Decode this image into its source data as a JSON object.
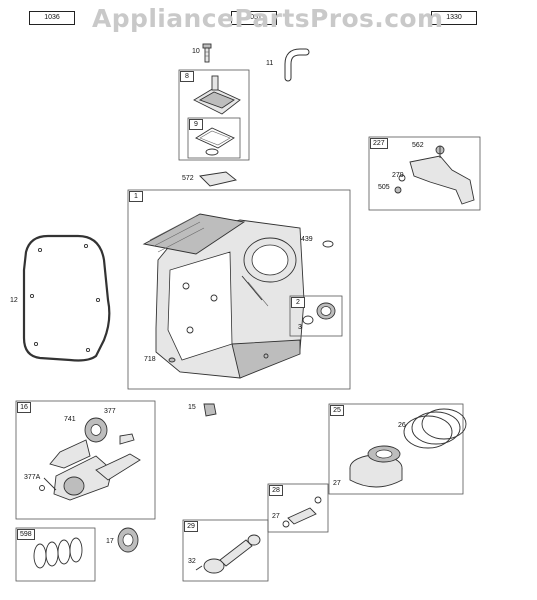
{
  "header": {
    "ref_left": "1036",
    "ref_center": "1051",
    "ref_right": "1330",
    "watermark": "AppliancePartsPros.com"
  },
  "parts": {
    "p1": "1",
    "p2": "2",
    "p3": "3",
    "p8": "8",
    "p9": "9",
    "p10": "10",
    "p11": "11",
    "p12": "12",
    "p15": "15",
    "p16": "16",
    "p17": "17",
    "p25": "25",
    "p26": "26",
    "p27a": "27",
    "p27b": "27",
    "p28": "28",
    "p29": "29",
    "p32": "32",
    "p227": "227",
    "p279": "279",
    "p377": "377",
    "p377a": "377A",
    "p439": "439",
    "p505": "505",
    "p562": "562",
    "p572": "572",
    "p598": "598",
    "p718": "718",
    "p741": "741"
  },
  "icons": {
    "gasket": "crankcase-gasket-icon",
    "cylinder": "cylinder-block-icon",
    "crankshaft": "crankshaft-icon",
    "piston": "piston-icon"
  }
}
